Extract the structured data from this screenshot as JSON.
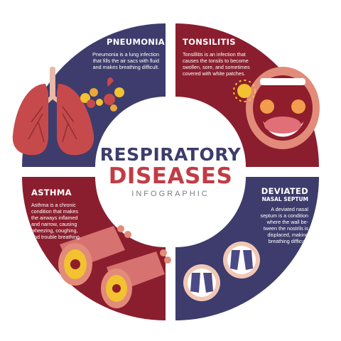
{
  "title": {
    "line1": "RESPIRATORY",
    "line2": "DISEASES",
    "line3": "INFOGRAPHIC"
  },
  "colors": {
    "navy": "#3d3c6c",
    "crimson": "#8b1e2e",
    "accent_red": "#c13c44",
    "subtitle_gray": "#7b7b85"
  },
  "sections": {
    "pneumonia": {
      "title": "PNEUMONIA",
      "description": [
        "Pneumonia is a lung infection",
        "that fills the air sacs with fluid",
        "and makes breathing difficult."
      ],
      "illustration": "lungs-illustration"
    },
    "tonsilitis": {
      "title": "TONSILITIS",
      "description": [
        "Tonsillitis is an infection that",
        "causes the tonsils to become",
        "swollen, sore, and sometimes",
        "covered with white patches."
      ],
      "illustration": "open-mouth-illustration"
    },
    "asthma": {
      "title": "ASTHMA",
      "description": [
        "Asthma is a chronic",
        "condition that makes",
        "the airways inflamed",
        "and narrow, causing",
        "wheezing, coughing,",
        "and trouble breathing."
      ],
      "illustration": "airways-illustration"
    },
    "deviated_septum": {
      "title": "DEVIATED",
      "subtitle": "NASAL SEPTUM",
      "description": [
        "A deviated nasal",
        "septum is a condition",
        "where the wall be-",
        "tween the nostrils is",
        "displaced, making",
        "breathing difficult."
      ],
      "illustration": "nostrils-illustration"
    }
  }
}
